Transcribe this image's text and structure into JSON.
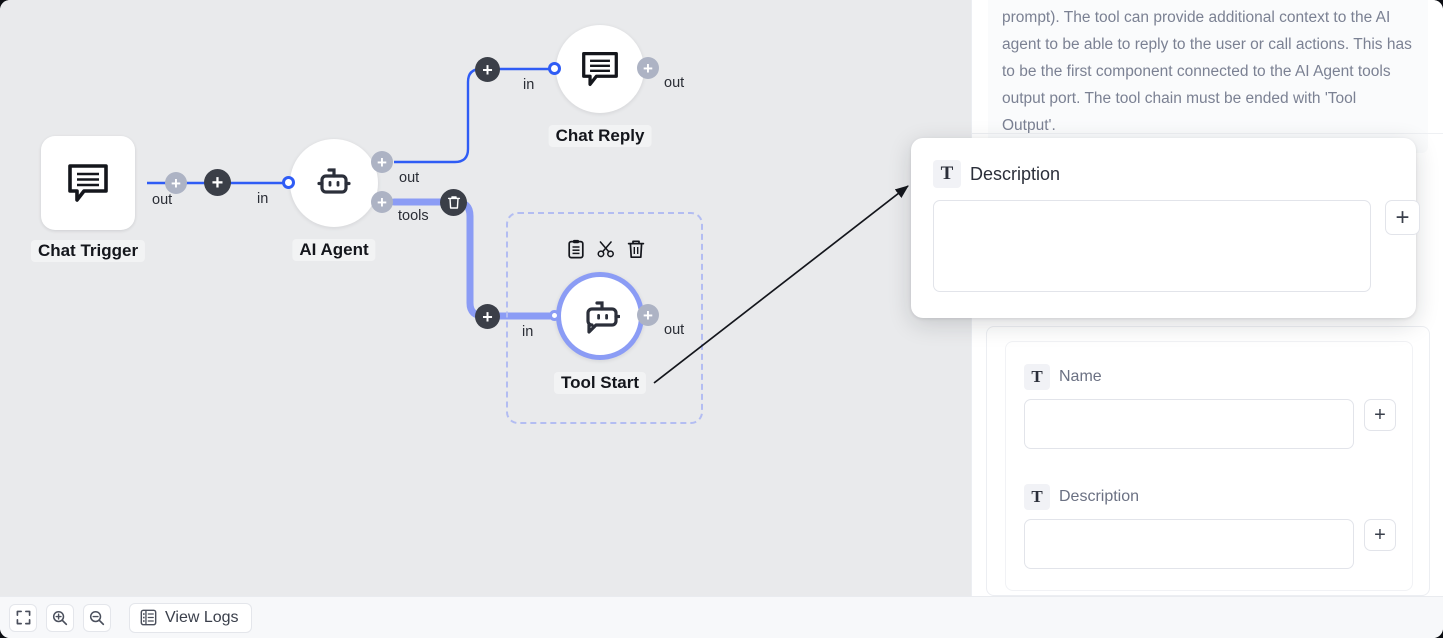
{
  "canvas": {
    "background_color": "#e9eaec",
    "nodes": [
      {
        "id": "chat-trigger",
        "label": "Chat Trigger",
        "shape": "square",
        "icon": "chat-bubble-icon",
        "ports": [
          {
            "name": "out",
            "label": "out"
          }
        ]
      },
      {
        "id": "ai-agent",
        "label": "AI Agent",
        "shape": "circle",
        "icon": "robot-icon",
        "ports": [
          {
            "name": "in",
            "label": "in"
          },
          {
            "name": "out",
            "label": "out"
          },
          {
            "name": "tools",
            "label": "tools"
          }
        ]
      },
      {
        "id": "chat-reply",
        "label": "Chat Reply",
        "shape": "circle",
        "icon": "chat-bubble-icon",
        "ports": [
          {
            "name": "in",
            "label": "in"
          },
          {
            "name": "out",
            "label": "out"
          }
        ]
      },
      {
        "id": "tool-start",
        "label": "Tool Start",
        "shape": "circle",
        "icon": "robot-chat-icon",
        "selected": true,
        "ports": [
          {
            "name": "in",
            "label": "in"
          },
          {
            "name": "out",
            "label": "out"
          }
        ],
        "toolbar": [
          {
            "name": "copy",
            "icon": "clipboard-icon"
          },
          {
            "name": "cut",
            "icon": "scissors-icon"
          },
          {
            "name": "delete",
            "icon": "trash-icon"
          }
        ]
      }
    ],
    "edge_colors": {
      "primary": "#2f5cf5",
      "tools": "#8b9cf5"
    }
  },
  "float_card": {
    "field_label": "Description",
    "field_value": "",
    "field_icon": "text-type-icon",
    "add_button_label": "+"
  },
  "right_panel": {
    "description_text": "prompt). The tool can provide additional context to the AI agent to be able to reply to the user or call actions. This has to be the first component connected to the AI Agent tools output port. The tool chain must be ended with 'Tool Output'.",
    "fields": [
      {
        "label": "Name",
        "value": "",
        "icon": "text-type-icon",
        "add_button_label": "+"
      },
      {
        "label": "Description",
        "value": "",
        "icon": "text-type-icon",
        "add_button_label": "+"
      }
    ]
  },
  "bottom_bar": {
    "buttons": [
      {
        "name": "fit-view",
        "icon": "fit-screen-icon"
      },
      {
        "name": "zoom-in",
        "icon": "zoom-in-icon"
      },
      {
        "name": "zoom-out",
        "icon": "zoom-out-icon"
      }
    ],
    "view_logs_label": "View Logs",
    "view_logs_icon": "list-panel-icon"
  }
}
